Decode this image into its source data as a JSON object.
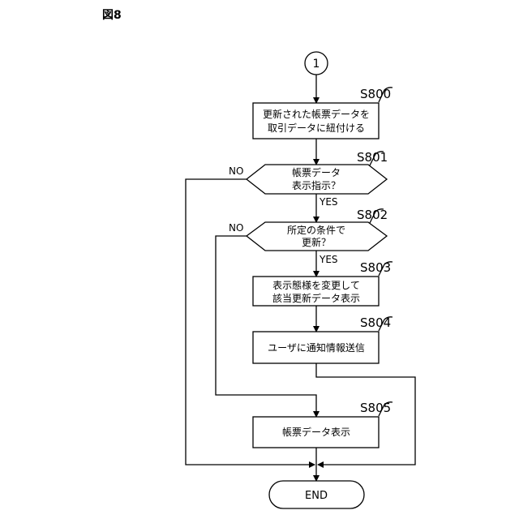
{
  "figure_label": "図8",
  "start_connector": "1",
  "steps": {
    "s800": {
      "id": "S800",
      "line1": "更新された帳票データを",
      "line2": "取引データに紐付ける"
    },
    "s801": {
      "id": "S801",
      "line1": "帳票データ",
      "line2": "表示指示？",
      "no": "NO",
      "yes": "YES"
    },
    "s802": {
      "id": "S802",
      "line1": "所定の条件で",
      "line2": "更新？",
      "no": "NO",
      "yes": "YES"
    },
    "s803": {
      "id": "S803",
      "line1": "表示態様を変更して",
      "line2": "該当更新データ表示"
    },
    "s804": {
      "id": "S804",
      "text": "ユーザに通知情報送信"
    },
    "s805": {
      "id": "S805",
      "text": "帳票データ表示"
    }
  },
  "end_label": "END"
}
